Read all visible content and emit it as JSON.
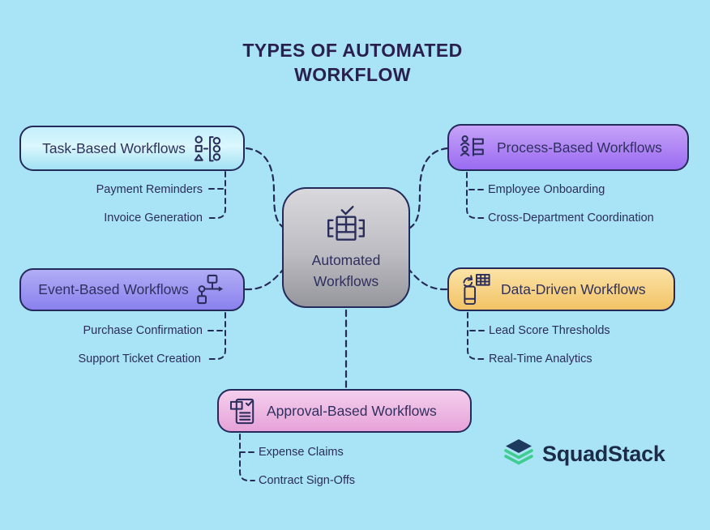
{
  "title": {
    "line1": "TYPES OF AUTOMATED",
    "line2": "WORKFLOW"
  },
  "center": {
    "label_line1": "Automated",
    "label_line2": "Workflows",
    "icon": "table-check-icon"
  },
  "nodes": [
    {
      "id": "task",
      "label": "Task-Based Workflows",
      "icon": "shape-list-icon",
      "items": [
        "Payment Reminders",
        "Invoice Generation"
      ],
      "color_top": "#c3effb",
      "color_bottom": "#a2e1f3"
    },
    {
      "id": "process",
      "label": "Process-Based Workflows",
      "icon": "people-org-icon",
      "items": [
        "Employee Onboarding",
        "Cross-Department Coordination"
      ],
      "color_top": "#c6a3f8",
      "color_bottom": "#9a6bf1"
    },
    {
      "id": "event",
      "label": "Event-Based Workflows",
      "icon": "flowchart-arrow-icon",
      "items": [
        "Purchase Confirmation",
        "Support Ticket Creation"
      ],
      "color_top": "#b1adf5",
      "color_bottom": "#8a81ee"
    },
    {
      "id": "data",
      "label": "Data-Driven Workflows",
      "icon": "device-sync-table-icon",
      "items": [
        "Lead Score Thresholds",
        "Real-Time Analytics"
      ],
      "color_top": "#fbe3a6",
      "color_bottom": "#f2c366"
    },
    {
      "id": "approval",
      "label": "Approval-Based Workflows",
      "icon": "approved-document-icon",
      "items": [
        "Expense Claims",
        "Contract Sign-Offs"
      ],
      "color_top": "#f4cfed",
      "color_bottom": "#e6a2d8"
    }
  ],
  "logo": {
    "text": "SquadStack",
    "icon": "stack-layers-icon",
    "icon_navy": "#1d3a5f",
    "icon_green": "#3ecd8e"
  },
  "colors": {
    "background": "#a9e3f6",
    "line": "#252b58",
    "text": "#2b2d5b",
    "title": "#2a2050",
    "center_gray": "#bdbcc2"
  }
}
